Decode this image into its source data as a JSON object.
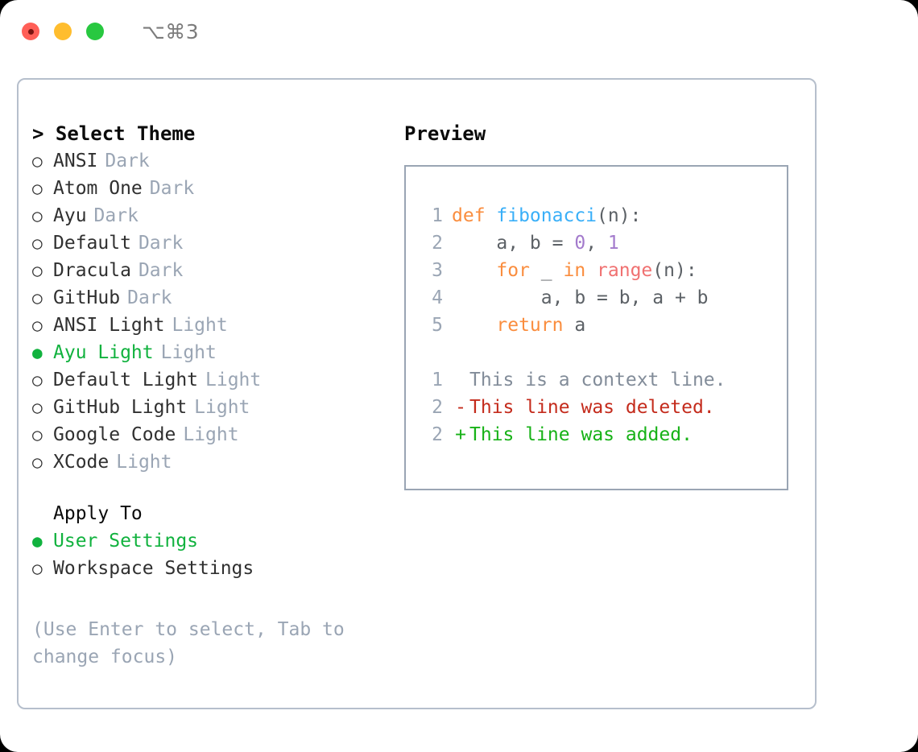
{
  "window": {
    "title": "⌥⌘3",
    "traffic_lights": [
      "close-button",
      "minimize-button",
      "maximize-button"
    ]
  },
  "left_panel": {
    "heading": "> Select Theme",
    "themes": [
      {
        "bullet": "○",
        "name": "ANSI",
        "kind": "Dark",
        "selected": false
      },
      {
        "bullet": "○",
        "name": "Atom One",
        "kind": "Dark",
        "selected": false
      },
      {
        "bullet": "○",
        "name": "Ayu",
        "kind": "Dark",
        "selected": false
      },
      {
        "bullet": "○",
        "name": "Default",
        "kind": "Dark",
        "selected": false
      },
      {
        "bullet": "○",
        "name": "Dracula",
        "kind": "Dark",
        "selected": false
      },
      {
        "bullet": "○",
        "name": "GitHub",
        "kind": "Dark",
        "selected": false
      },
      {
        "bullet": "○",
        "name": "ANSI Light",
        "kind": "Light",
        "selected": false
      },
      {
        "bullet": "●",
        "name": "Ayu Light",
        "kind": "Light",
        "selected": true
      },
      {
        "bullet": "○",
        "name": "Default Light",
        "kind": "Light",
        "selected": false
      },
      {
        "bullet": "○",
        "name": "GitHub Light",
        "kind": "Light",
        "selected": false
      },
      {
        "bullet": "○",
        "name": "Google Code",
        "kind": "Light",
        "selected": false
      },
      {
        "bullet": "○",
        "name": "XCode",
        "kind": "Light",
        "selected": false
      }
    ],
    "apply_to_heading": "Apply To",
    "apply_to": [
      {
        "bullet": "●",
        "name": "User Settings",
        "selected": true
      },
      {
        "bullet": "○",
        "name": "Workspace Settings",
        "selected": false
      }
    ],
    "hint_line1": "(Use Enter to select, Tab to",
    "hint_line2": "change focus)"
  },
  "right_panel": {
    "heading": "Preview",
    "code_lines": [
      {
        "no": "1",
        "tokens": [
          {
            "t": "def ",
            "c": "kw"
          },
          {
            "t": "fibonacci",
            "c": "fn"
          },
          {
            "t": "(n):",
            "c": "pl"
          }
        ]
      },
      {
        "no": "2",
        "tokens": [
          {
            "t": "    a, b = ",
            "c": "pl"
          },
          {
            "t": "0",
            "c": "num"
          },
          {
            "t": ", ",
            "c": "pl"
          },
          {
            "t": "1",
            "c": "num"
          }
        ]
      },
      {
        "no": "3",
        "tokens": [
          {
            "t": "    ",
            "c": "pl"
          },
          {
            "t": "for",
            "c": "kw"
          },
          {
            "t": " _ ",
            "c": "pl"
          },
          {
            "t": "in",
            "c": "kw"
          },
          {
            "t": " ",
            "c": "pl"
          },
          {
            "t": "range",
            "c": "bi"
          },
          {
            "t": "(n):",
            "c": "pl"
          }
        ]
      },
      {
        "no": "4",
        "tokens": [
          {
            "t": "        a, b = b, a + b",
            "c": "pl"
          }
        ]
      },
      {
        "no": "5",
        "tokens": [
          {
            "t": "    ",
            "c": "pl"
          },
          {
            "t": "return",
            "c": "kw"
          },
          {
            "t": " a",
            "c": "pl"
          }
        ]
      }
    ],
    "diff_lines": [
      {
        "no": "1",
        "marker": " ",
        "text": "This is a context line.",
        "c": "ctx"
      },
      {
        "no": "2",
        "marker": "-",
        "text": "This line was deleted.",
        "c": "del"
      },
      {
        "no": "2",
        "marker": "+",
        "text": "This line was added.",
        "c": "add"
      }
    ]
  },
  "colors": {
    "accent_green": "#11b23e",
    "dim": "#9aa5b4",
    "border": "#b6bfcc",
    "keyword": "#fa8d3e",
    "function": "#39aff8",
    "number": "#a37acc",
    "builtin": "#f07171",
    "diff_deleted": "#c42b1c",
    "diff_added": "#17b217",
    "traffic_red": "#ff5f57",
    "traffic_yellow": "#ffbd2e",
    "traffic_green": "#28c840"
  }
}
